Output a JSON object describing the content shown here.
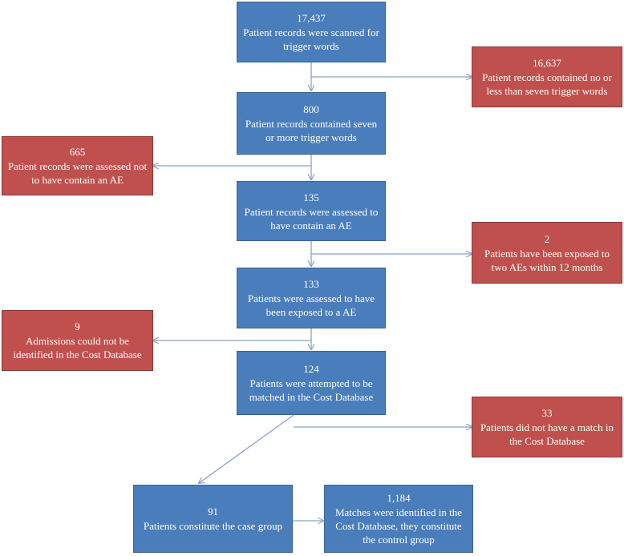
{
  "boxes": {
    "scanned": {
      "number": "17,437",
      "text": "Patient records were scanned for trigger words"
    },
    "less_than_7": {
      "number": "16,637",
      "text": "Patient records contained no or less than seven trigger words"
    },
    "seven_or_more": {
      "number": "800",
      "text": "Patient records contained seven or more trigger words"
    },
    "no_ae": {
      "number": "665",
      "text": "Patient records were assessed not to have contain an AE"
    },
    "contain_ae": {
      "number": "135",
      "text": "Patient records were assessed to have contain an AE"
    },
    "two_aes": {
      "number": "2",
      "text": "Patients have been exposed to two AEs within 12 months"
    },
    "exposed_ae": {
      "number": "133",
      "text": "Patients were assessed to have been exposed to a AE"
    },
    "not_identified": {
      "number": "9",
      "text": "Admissions could not be identified in the Cost Database"
    },
    "attempted": {
      "number": "124",
      "text": "Patients were attempted to be matched in the Cost Database"
    },
    "no_match": {
      "number": "33",
      "text": "Patients did not have a match in the Cost Database"
    },
    "case_group": {
      "number": "91",
      "text": "Patients constitute the case group"
    },
    "control_group": {
      "number": "1,184",
      "text": "Matches were identified in the Cost Database, they constitute the control group"
    }
  },
  "colors": {
    "main_box": "#4a7dbb",
    "exclusion_box": "#c0504d",
    "arrow": "#8aa2c8"
  }
}
